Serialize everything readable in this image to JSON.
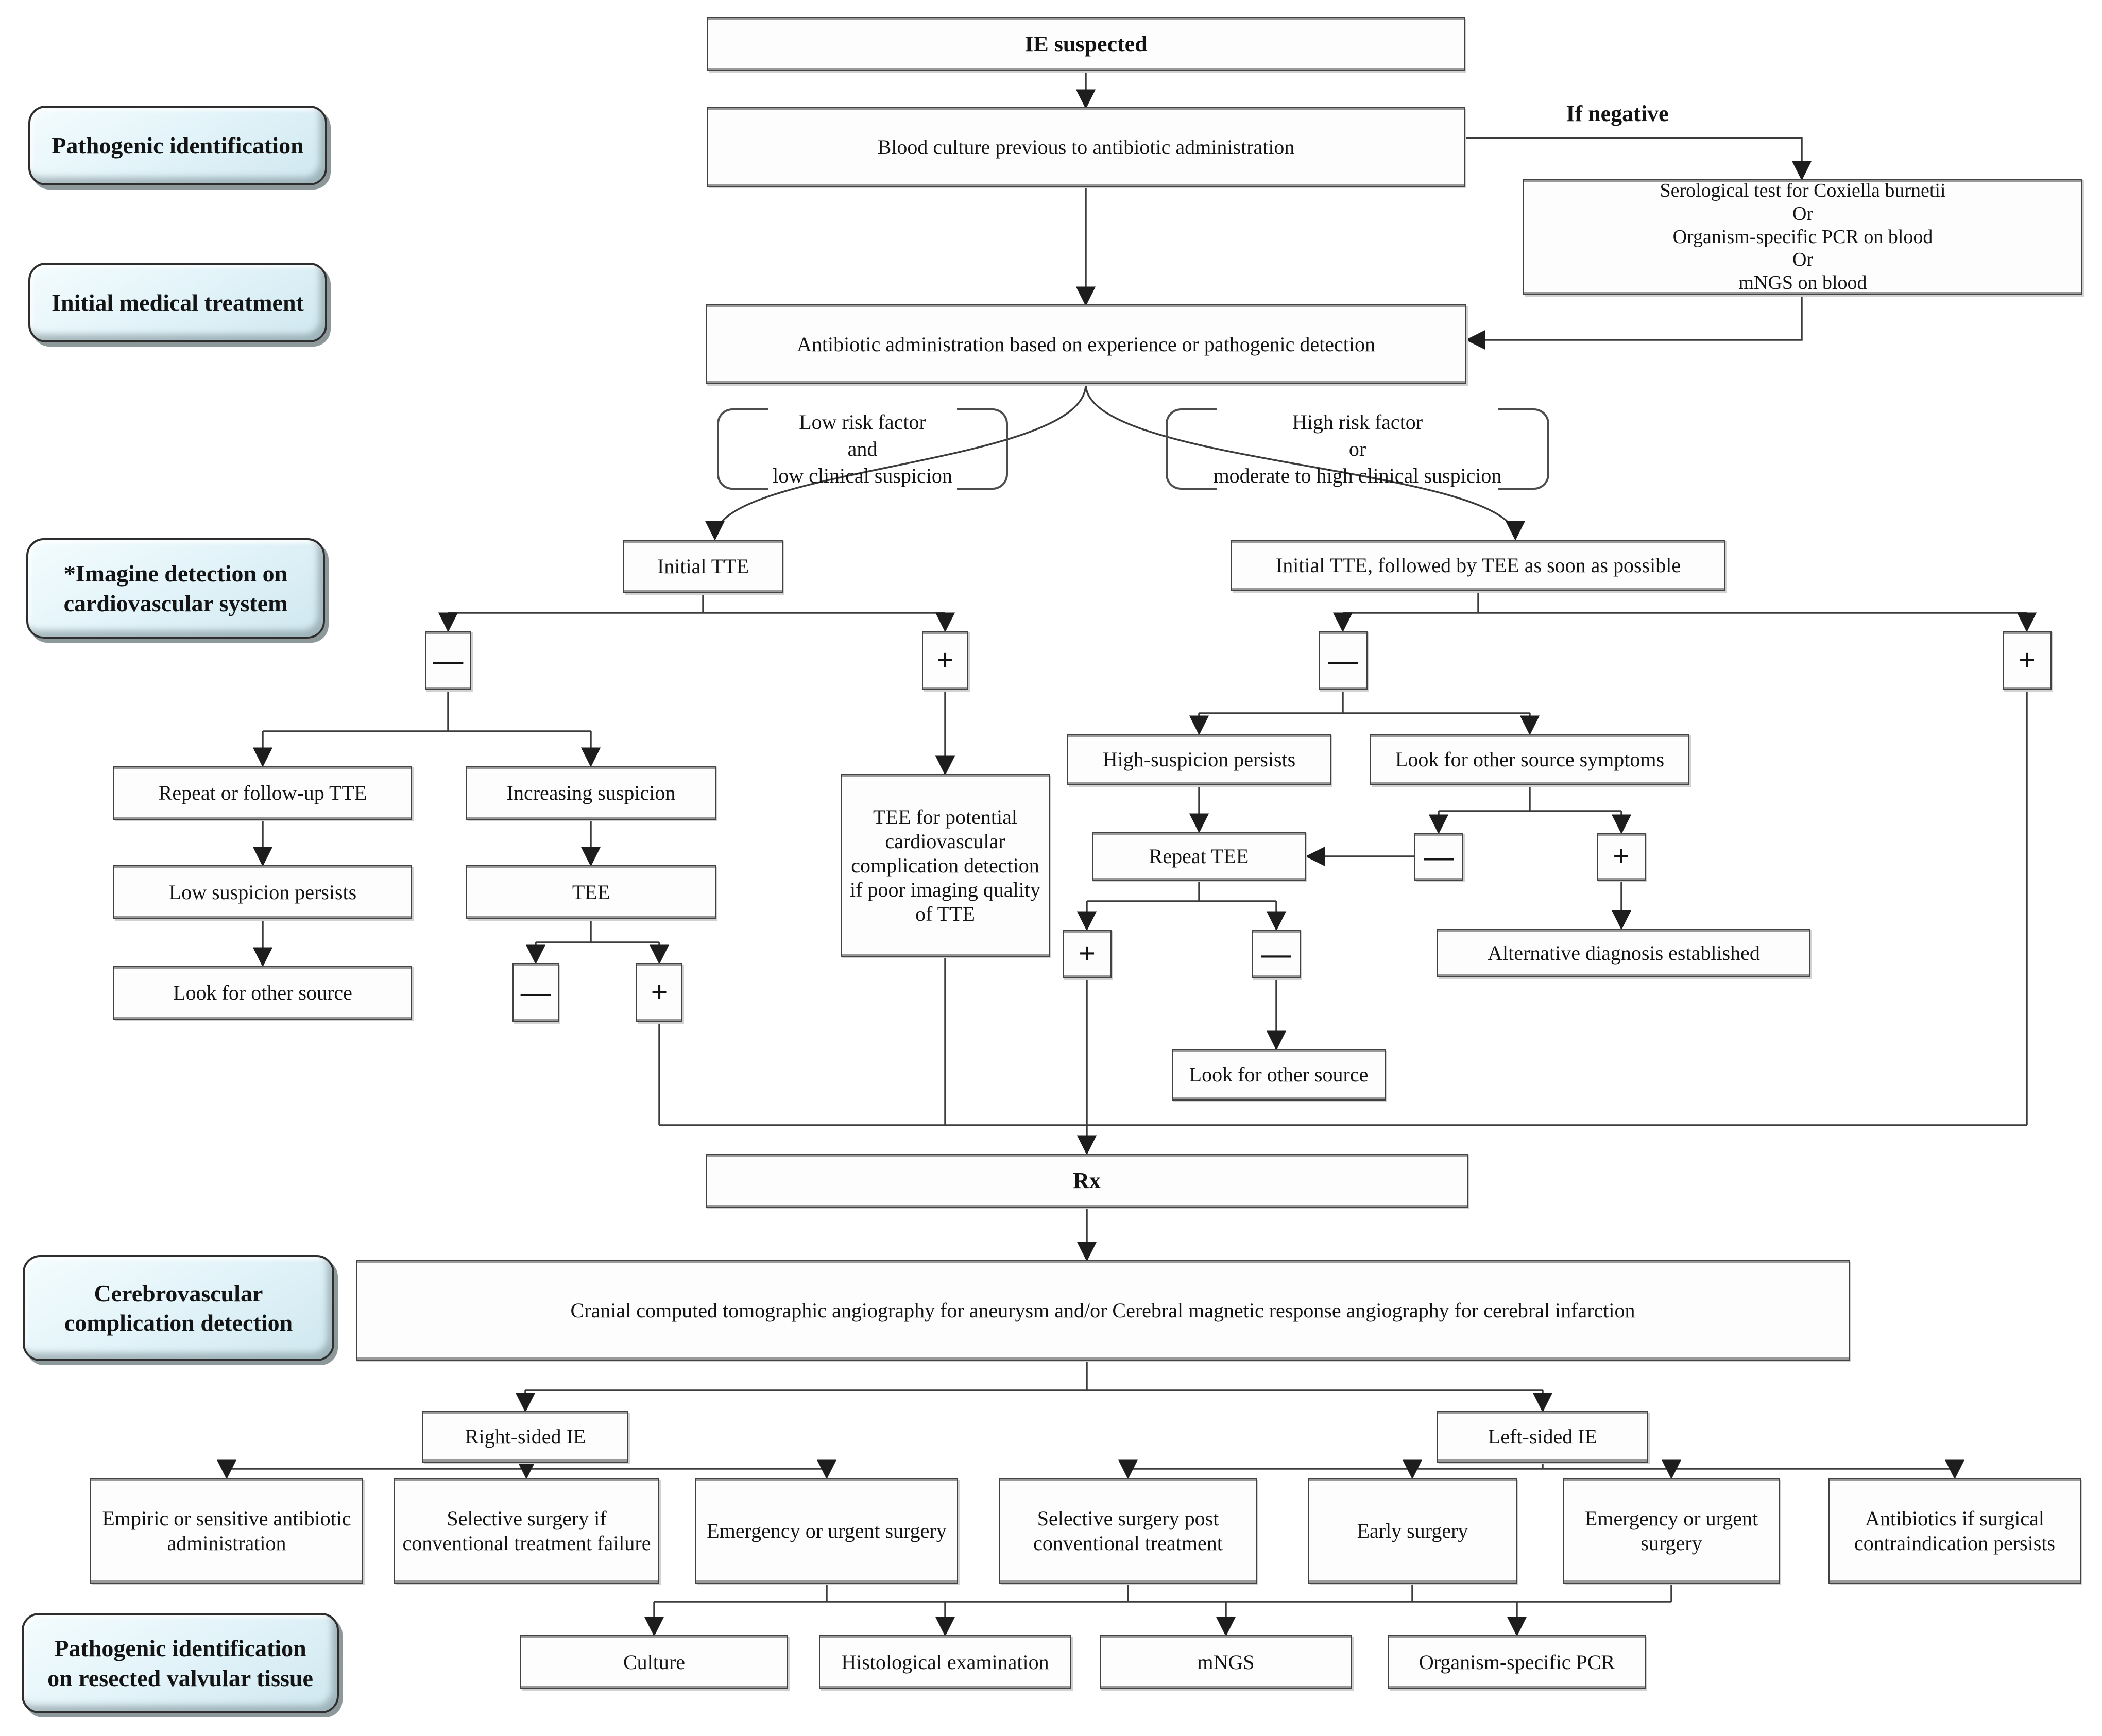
{
  "side_labels": {
    "pathogenic_identification": "Pathogenic identification",
    "initial_medical_treatment": "Initial medical treatment",
    "imagine_detection": "*Imagine detection on\ncardiovascular system",
    "cerebrovascular": "Cerebrovascular\ncomplication detection",
    "pathogenic_resected": "Pathogenic identification\non resected valvular tissue"
  },
  "edge_labels": {
    "if_negative": "If negative"
  },
  "branch_labels": {
    "low_risk": "Low risk factor\nand\nlow clinical suspicion",
    "high_risk": "High risk factor\nor\nmoderate to high clinical suspicion"
  },
  "signs": {
    "plus": "+",
    "minus": "—"
  },
  "nodes": {
    "ie_suspected": "IE suspected",
    "blood_culture": "Blood culture previous to antibiotic administration",
    "serology": "Serological test for Coxiella burnetii\nOr\nOrganism-specific PCR on blood\nOr\nmNGS on blood",
    "antibiotic": "Antibiotic administration based on experience or pathogenic detection",
    "initial_tte": "Initial TTE",
    "initial_tte_tee": "Initial TTE, followed by TEE as soon as possible",
    "repeat_followup_tte": "Repeat or follow-up TTE",
    "increasing_suspicion": "Increasing suspicion",
    "low_suspicion_persists": "Low suspicion persists",
    "tee": "TEE",
    "look_other_source_left": "Look for other source",
    "tee_potential": "TEE for potential cardiovascular complication detection if poor imaging quality of TTE",
    "high_suspicion_persists": "High-suspicion persists",
    "look_other_symptoms": "Look for other source symptoms",
    "repeat_tee": "Repeat TEE",
    "alt_diagnosis": "Alternative diagnosis established",
    "look_other_source_right": "Look for other source",
    "rx": "Rx",
    "cranial": "Cranial computed tomographic angiography for aneurysm and/or Cerebral magnetic response angiography for cerebral infarction",
    "right_sided": "Right-sided IE",
    "left_sided": "Left-sided IE",
    "empiric": "Empiric or sensitive antibiotic administration",
    "selective_failure": "Selective surgery if conventional treatment failure",
    "emergency_right": "Emergency or urgent surgery",
    "selective_post": "Selective surgery post conventional treatment",
    "early_surgery": "Early surgery",
    "emergency_left": "Emergency or urgent surgery",
    "antibiotics_contra": "Antibiotics if surgical contraindication persists",
    "culture": "Culture",
    "histological": "Histological examination",
    "mngs": "mNGS",
    "pcr": "Organism-specific PCR"
  },
  "colors": {
    "line": "#3c3c3c",
    "box_border": "#424242",
    "label_fill": "#ddf0f7",
    "background": "#ffffff"
  }
}
